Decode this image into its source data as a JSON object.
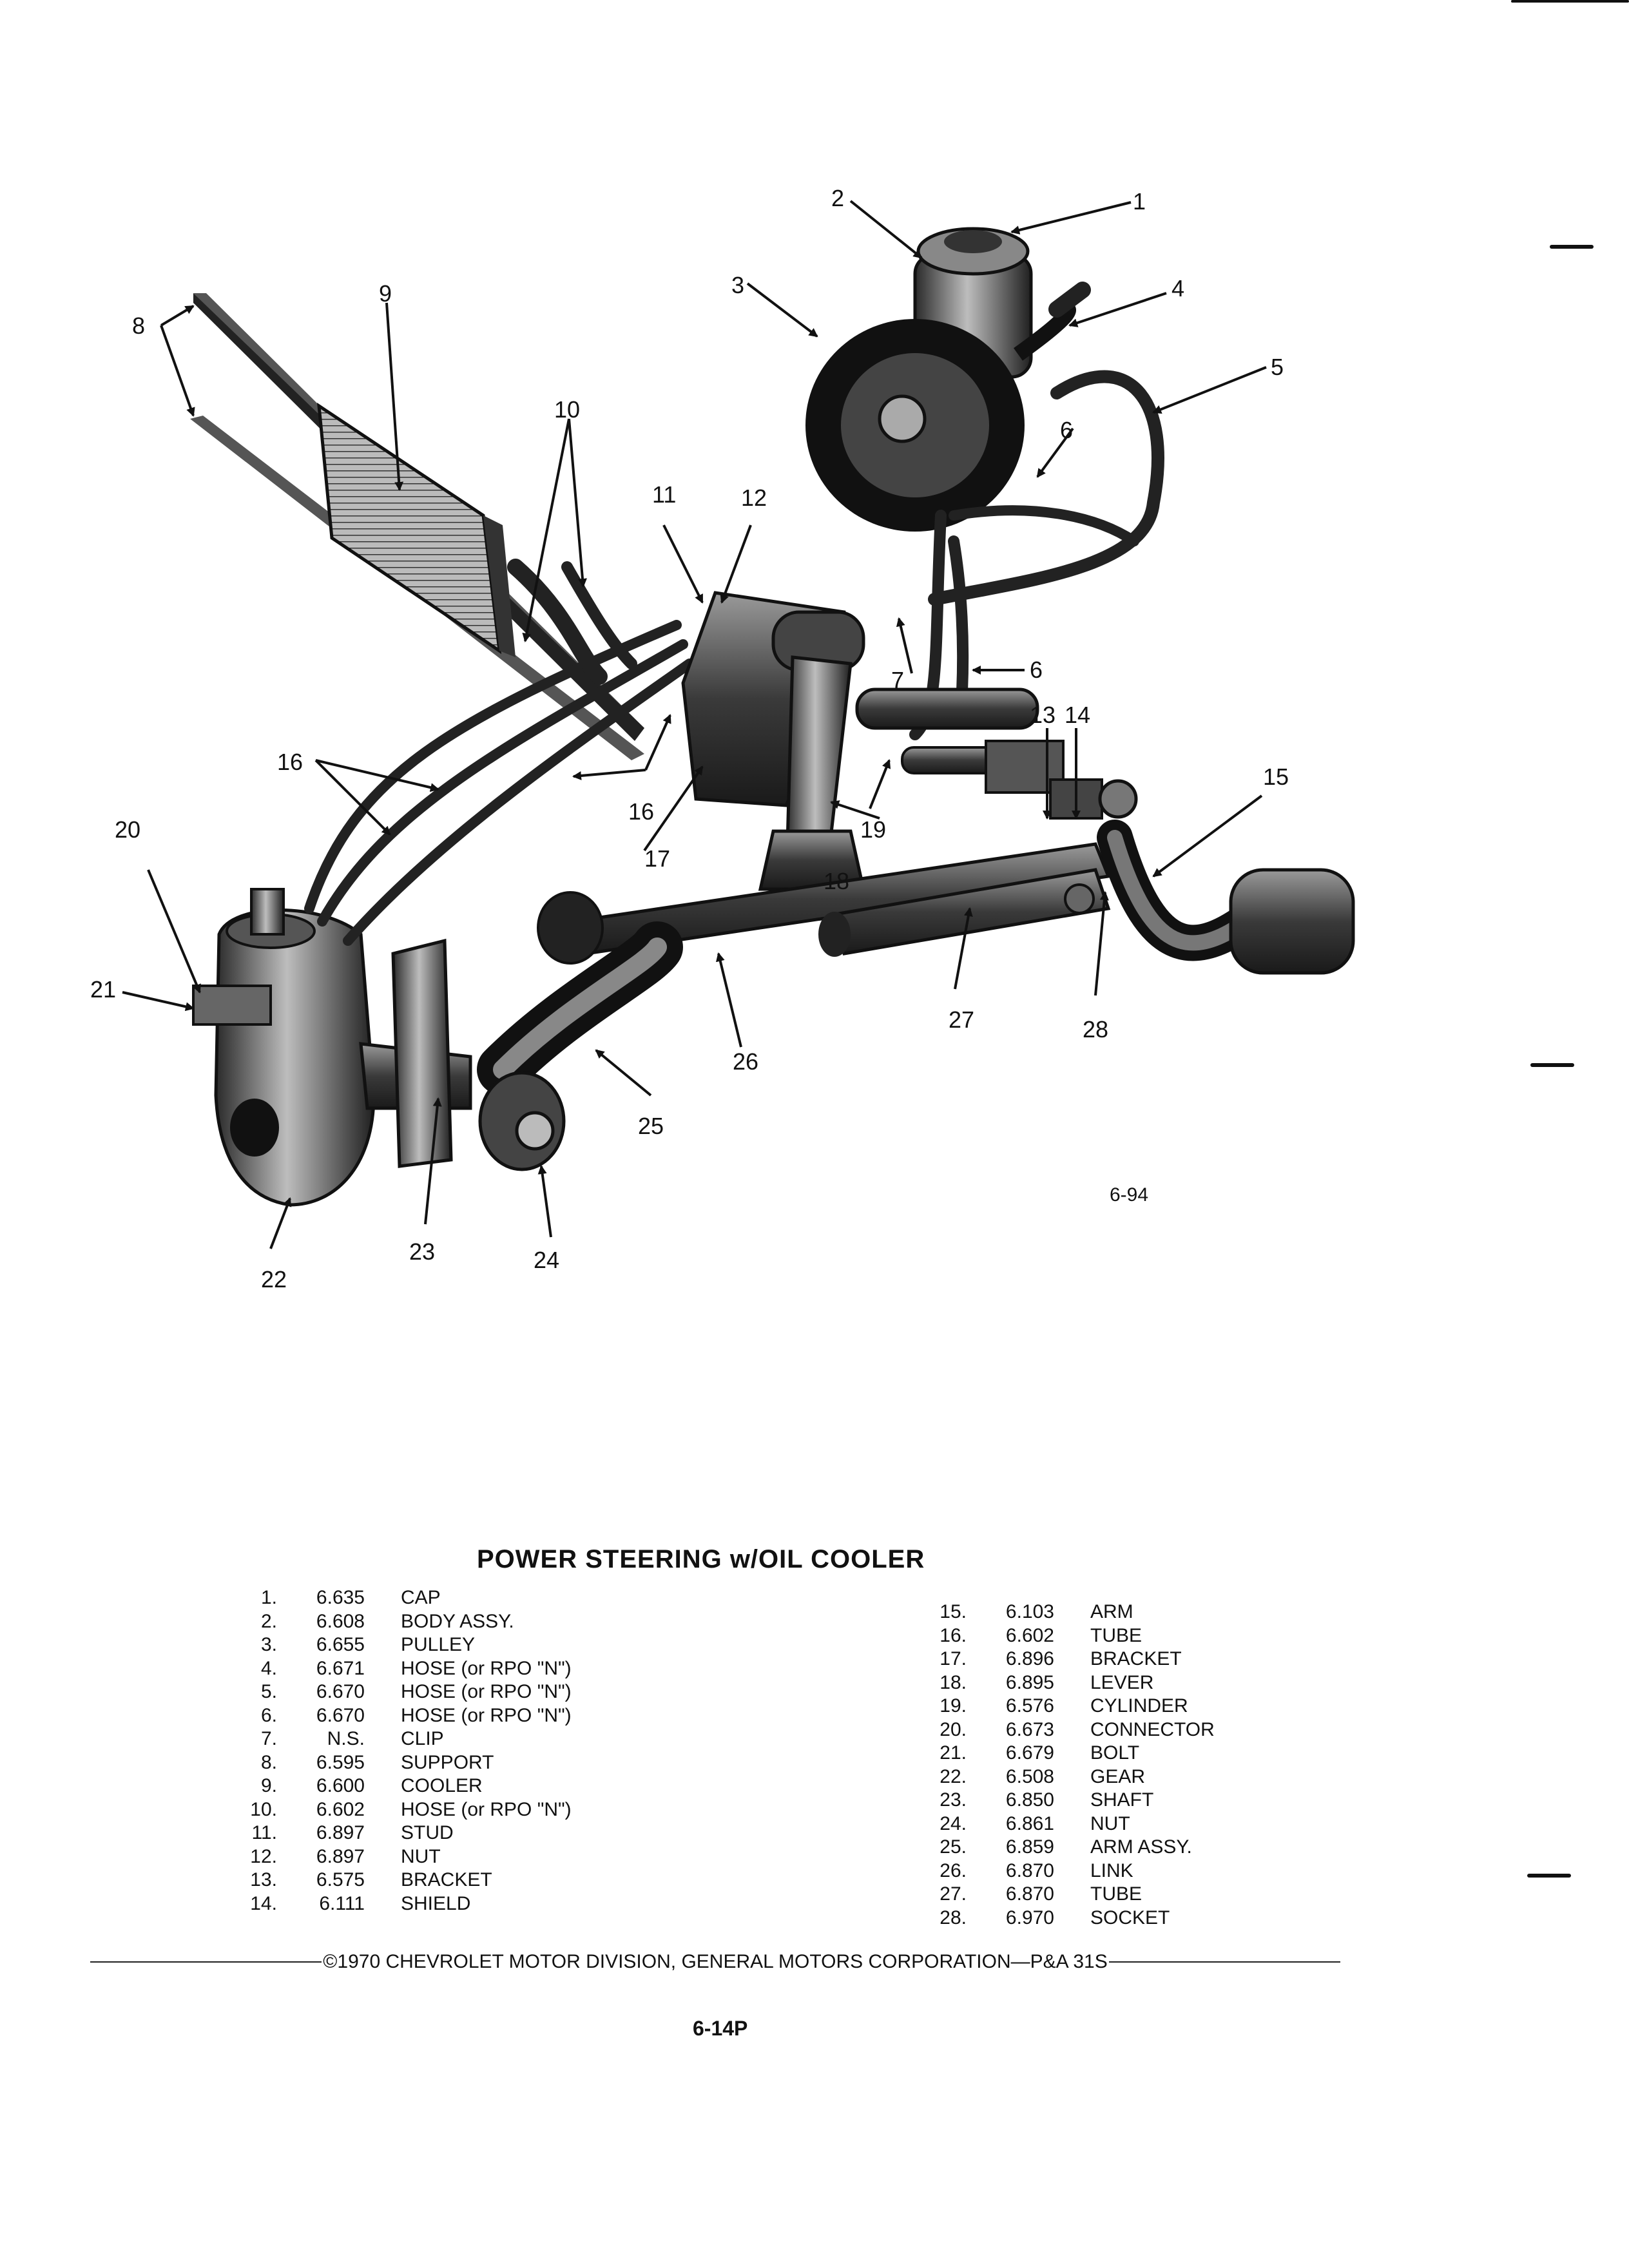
{
  "figure_number": "6-94",
  "callouts": [
    "1",
    "2",
    "3",
    "4",
    "5",
    "6",
    "6",
    "7",
    "8",
    "9",
    "10",
    "11",
    "12",
    "13",
    "14",
    "15",
    "16",
    "16",
    "17",
    "18",
    "19",
    "20",
    "21",
    "22",
    "23",
    "24",
    "25",
    "26",
    "27",
    "28"
  ],
  "title": "POWER STEERING w/OIL COOLER",
  "parts_left": [
    {
      "num": "1.",
      "code": "6.635",
      "desc": "CAP"
    },
    {
      "num": "2.",
      "code": "6.608",
      "desc": "BODY ASSY."
    },
    {
      "num": "3.",
      "code": "6.655",
      "desc": "PULLEY"
    },
    {
      "num": "4.",
      "code": "6.671",
      "desc": "HOSE (or RPO \"N\")"
    },
    {
      "num": "5.",
      "code": "6.670",
      "desc": "HOSE (or RPO \"N\")"
    },
    {
      "num": "6.",
      "code": "6.670",
      "desc": "HOSE (or RPO \"N\")"
    },
    {
      "num": "7.",
      "code": "N.S.",
      "desc": "CLIP"
    },
    {
      "num": "8.",
      "code": "6.595",
      "desc": "SUPPORT"
    },
    {
      "num": "9.",
      "code": "6.600",
      "desc": "COOLER"
    },
    {
      "num": "10.",
      "code": "6.602",
      "desc": "HOSE (or RPO \"N\")"
    },
    {
      "num": "11.",
      "code": "6.897",
      "desc": "STUD"
    },
    {
      "num": "12.",
      "code": "6.897",
      "desc": "NUT"
    },
    {
      "num": "13.",
      "code": "6.575",
      "desc": "BRACKET"
    },
    {
      "num": "14.",
      "code": "6.111",
      "desc": "SHIELD"
    }
  ],
  "parts_right": [
    {
      "num": "15.",
      "code": "6.103",
      "desc": "ARM"
    },
    {
      "num": "16.",
      "code": "6.602",
      "desc": "TUBE"
    },
    {
      "num": "17.",
      "code": "6.896",
      "desc": "BRACKET"
    },
    {
      "num": "18.",
      "code": "6.895",
      "desc": "LEVER"
    },
    {
      "num": "19.",
      "code": "6.576",
      "desc": "CYLINDER"
    },
    {
      "num": "20.",
      "code": "6.673",
      "desc": "CONNECTOR"
    },
    {
      "num": "21.",
      "code": "6.679",
      "desc": "BOLT"
    },
    {
      "num": "22.",
      "code": "6.508",
      "desc": "GEAR"
    },
    {
      "num": "23.",
      "code": "6.850",
      "desc": "SHAFT"
    },
    {
      "num": "24.",
      "code": "6.861",
      "desc": "NUT"
    },
    {
      "num": "25.",
      "code": "6.859",
      "desc": "ARM ASSY."
    },
    {
      "num": "26.",
      "code": "6.870",
      "desc": "LINK"
    },
    {
      "num": "27.",
      "code": "6.870",
      "desc": "TUBE"
    },
    {
      "num": "28.",
      "code": "6.970",
      "desc": "SOCKET"
    }
  ],
  "footer": "©1970 CHEVROLET MOTOR DIVISION, GENERAL MOTORS CORPORATION—P&A 31S",
  "page_number": "6-14P"
}
